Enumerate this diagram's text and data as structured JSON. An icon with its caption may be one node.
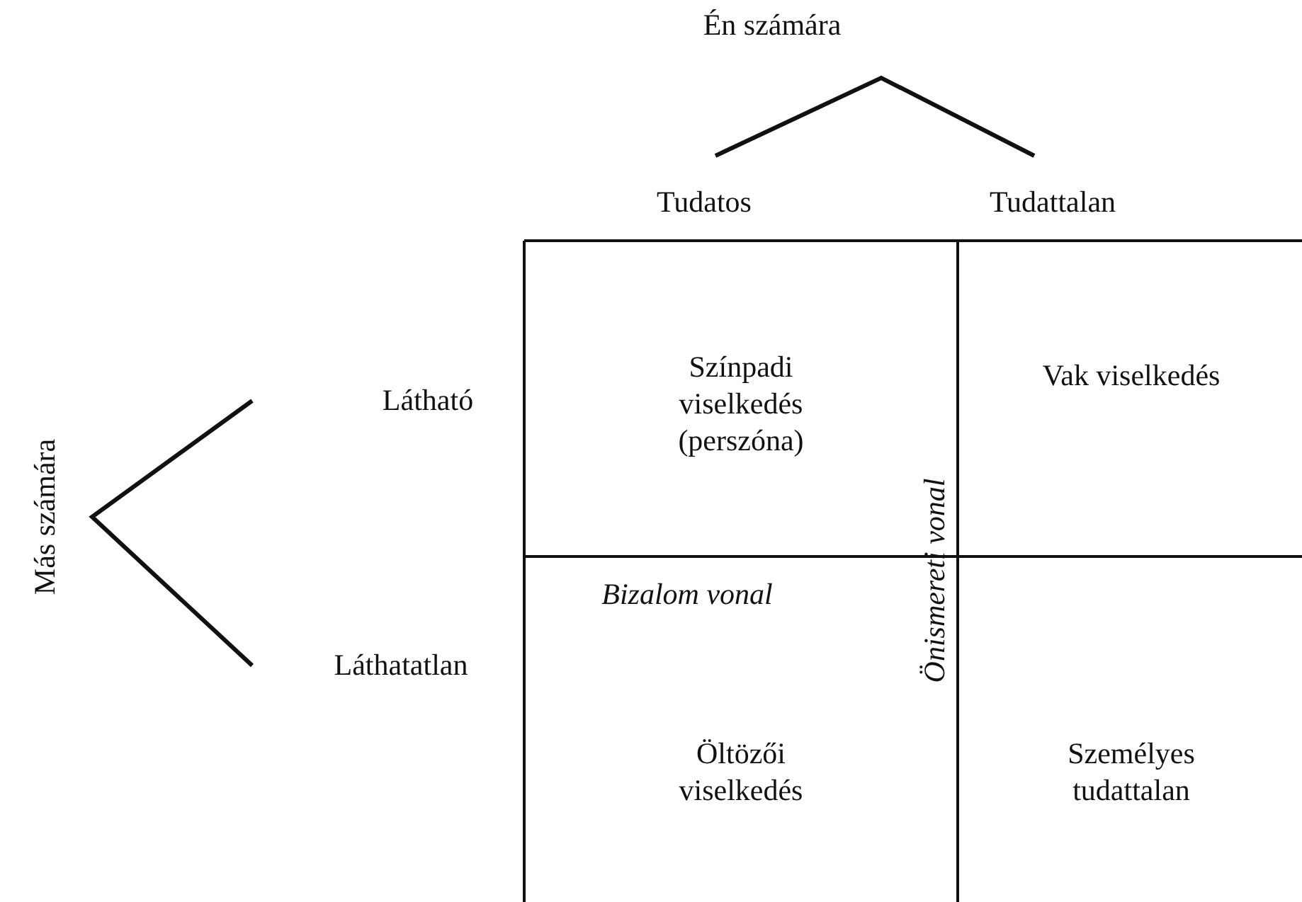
{
  "diagram": {
    "nodes": [
      {
        "text": [
          "Színpadi viselkedés (perszóna)"
        ]
      },
      {
        "text": [
          "Vak viselkedés"
        ]
      },
      {
        "text": [
          "Öltözői viselkedés"
        ]
      },
      {
        "text": [
          "Személyes tudattalan"
        ]
      }
    ],
    "labels": [
      "Én számára",
      "Tudatos",
      "Tudattalan",
      "Más számára",
      "Látható",
      "Láthatatlan",
      "Bizalom vonal",
      "Önismereti vonal"
    ]
  }
}
